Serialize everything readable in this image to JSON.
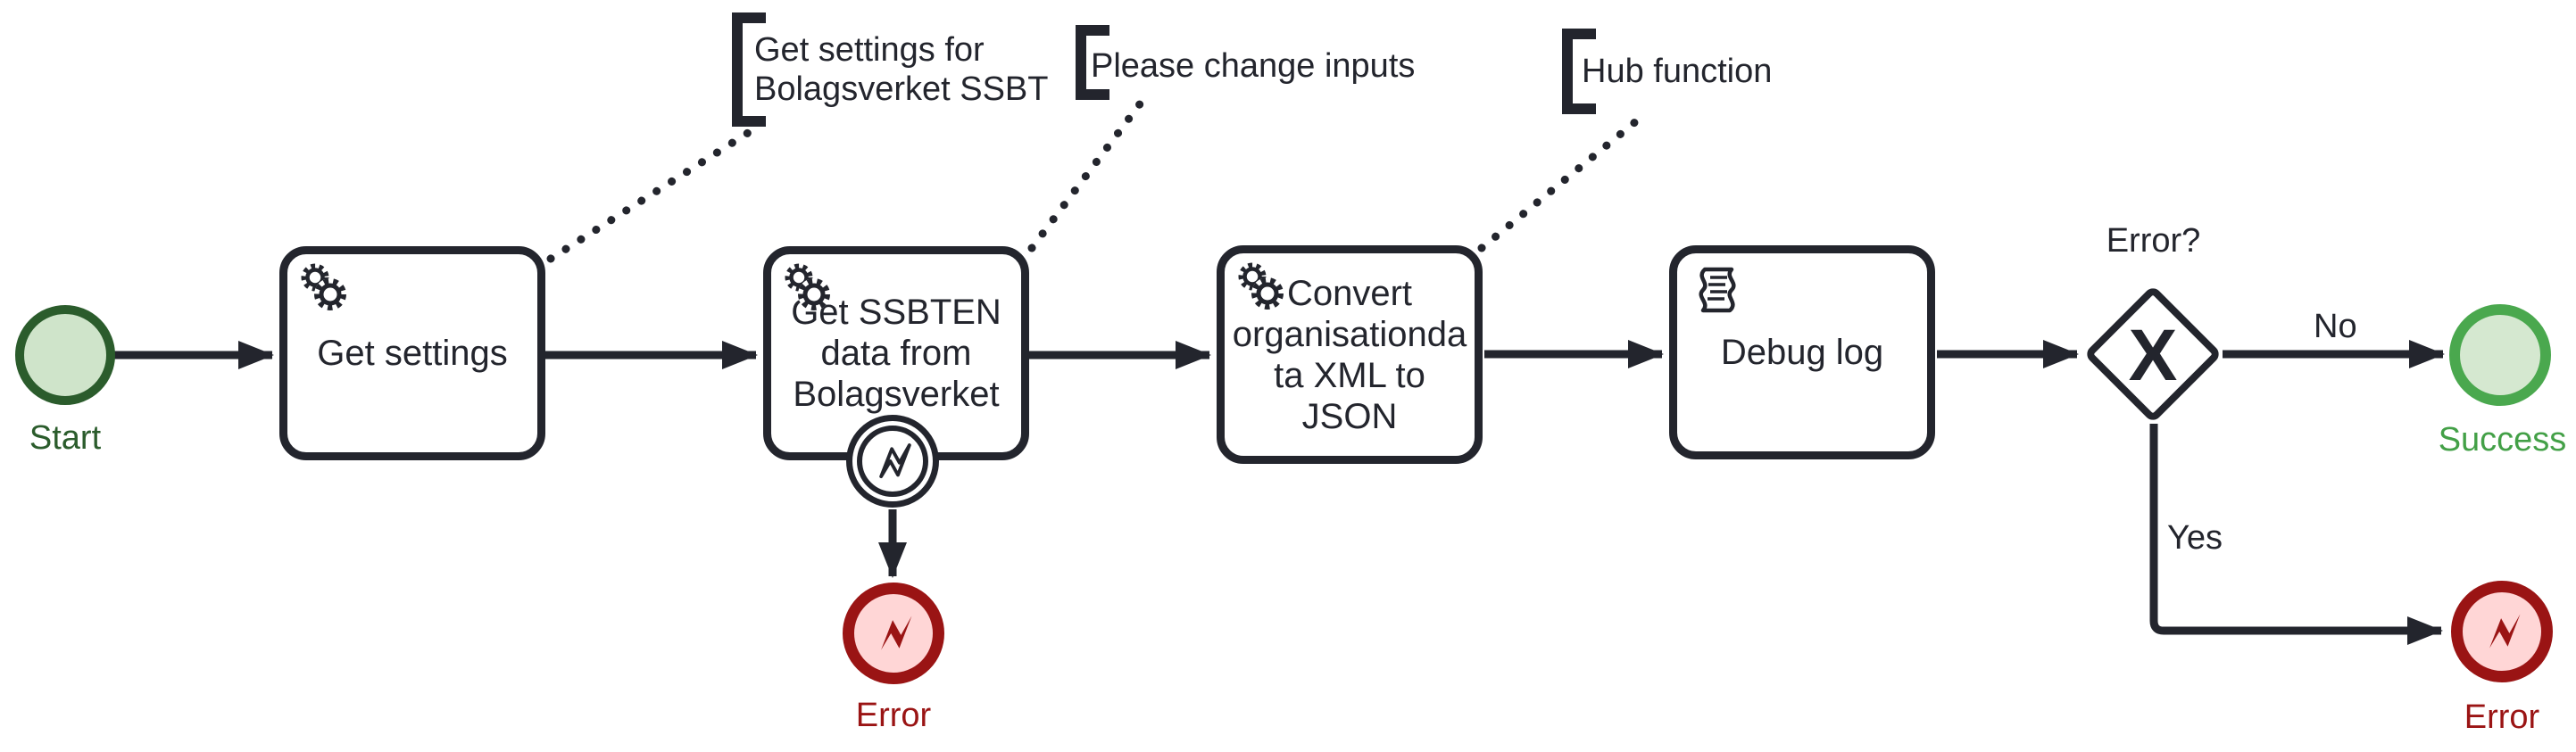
{
  "nodes": {
    "start": {
      "label": "Start"
    },
    "task_get_settings": {
      "label": "Get settings"
    },
    "task_get_ssbten": {
      "label": "Get SSBTEN\ndata from\nBolagsverket"
    },
    "task_convert": {
      "label": "Convert\norganisationda\nta XML to JSON"
    },
    "task_debug_log": {
      "label": "Debug log"
    },
    "gateway_error": {
      "label": "Error?",
      "marker": "X"
    },
    "end_success": {
      "label": "Success"
    },
    "end_error_boundary": {
      "label": "Error"
    },
    "end_error_gateway": {
      "label": "Error"
    }
  },
  "flows": {
    "no_label": "No",
    "yes_label": "Yes"
  },
  "annotations": {
    "get_settings_note": {
      "text": "Get settings for\nBolagsverket SSBT"
    },
    "change_inputs_note": {
      "text": "Please change inputs"
    },
    "hub_function_note": {
      "text": "Hub function"
    }
  },
  "icons": {
    "service_task": "gears-icon",
    "script_task": "script-scroll-icon",
    "error_event": "lightning-bolt-icon",
    "gateway": "x-exclusive-marker"
  },
  "colors": {
    "stroke": "#23252d",
    "start_border": "#2b5c2c",
    "start_fill": "#cfe4ca",
    "success_border": "#4aa84e",
    "success_fill": "#d5e8d0",
    "error_border": "#9a1414",
    "error_fill": "#ffd6d6"
  }
}
